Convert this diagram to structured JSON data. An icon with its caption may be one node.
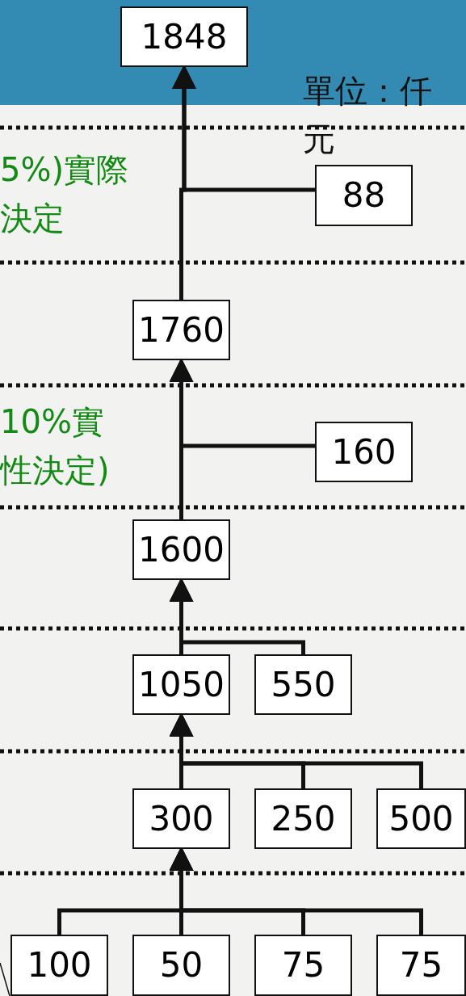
{
  "diagram": {
    "nodes": [
      {
        "text": [
          "1848"
        ]
      },
      {
        "text": [
          "88"
        ]
      },
      {
        "text": [
          "1760"
        ]
      },
      {
        "text": [
          "160"
        ]
      },
      {
        "text": [
          "1600"
        ]
      },
      {
        "text": [
          "1050"
        ]
      },
      {
        "text": [
          "550"
        ]
      },
      {
        "text": [
          "300"
        ]
      },
      {
        "text": [
          "250"
        ]
      },
      {
        "text": [
          "500"
        ]
      },
      {
        "text": [
          "100"
        ]
      },
      {
        "text": [
          "50"
        ]
      },
      {
        "text": [
          "75"
        ]
      },
      {
        "text": [
          "75"
        ]
      }
    ],
    "edges": [
      {
        "from": 2,
        "to": 0,
        "arrow": "to"
      },
      {
        "from": 1,
        "to": 0,
        "arrow": "to"
      },
      {
        "from": 4,
        "to": 2,
        "arrow": "to"
      },
      {
        "from": 3,
        "to": 2,
        "arrow": "to"
      },
      {
        "from": 5,
        "to": 4,
        "arrow": "to"
      },
      {
        "from": 6,
        "to": 4,
        "arrow": "to"
      },
      {
        "from": 7,
        "to": 5,
        "arrow": "to"
      },
      {
        "from": 8,
        "to": 5,
        "arrow": "to"
      },
      {
        "from": 9,
        "to": 5,
        "arrow": "to"
      },
      {
        "from": 10,
        "to": 7,
        "arrow": "to"
      },
      {
        "from": 11,
        "to": 7,
        "arrow": "to"
      },
      {
        "from": 12,
        "to": 7,
        "arrow": "to"
      },
      {
        "from": 13,
        "to": 7,
        "arrow": "to"
      }
    ],
    "labels": [
      "單位：仟元",
      "5%)實際決定",
      "10%實性決定)"
    ]
  }
}
